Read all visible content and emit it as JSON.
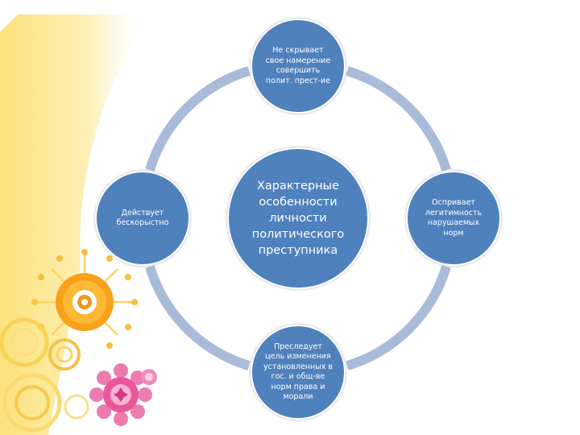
{
  "colors": {
    "node_fill": "#4f81bd",
    "ring": "#a9bbd9",
    "background": "#ffffff",
    "decor_yellow": "#fbe27a",
    "decor_orange": "#f6a31a",
    "decor_pink": "#e8579a"
  },
  "diagram": {
    "center": "Характерные\nособенности\nличности\nполитического\nпреступника",
    "nodes": {
      "top": "Не скрывает\nсвое намерение\nсовершить\nполит. прест-ие",
      "left": "Действует\nбескорыстно",
      "right": "Оспривает\nлегитимность\nнарушаемых\nнорм",
      "bottom": "Преследует\nцель изменения\nустановленных в\nгос. и общ-ве\nнорм права и\nморали"
    }
  }
}
